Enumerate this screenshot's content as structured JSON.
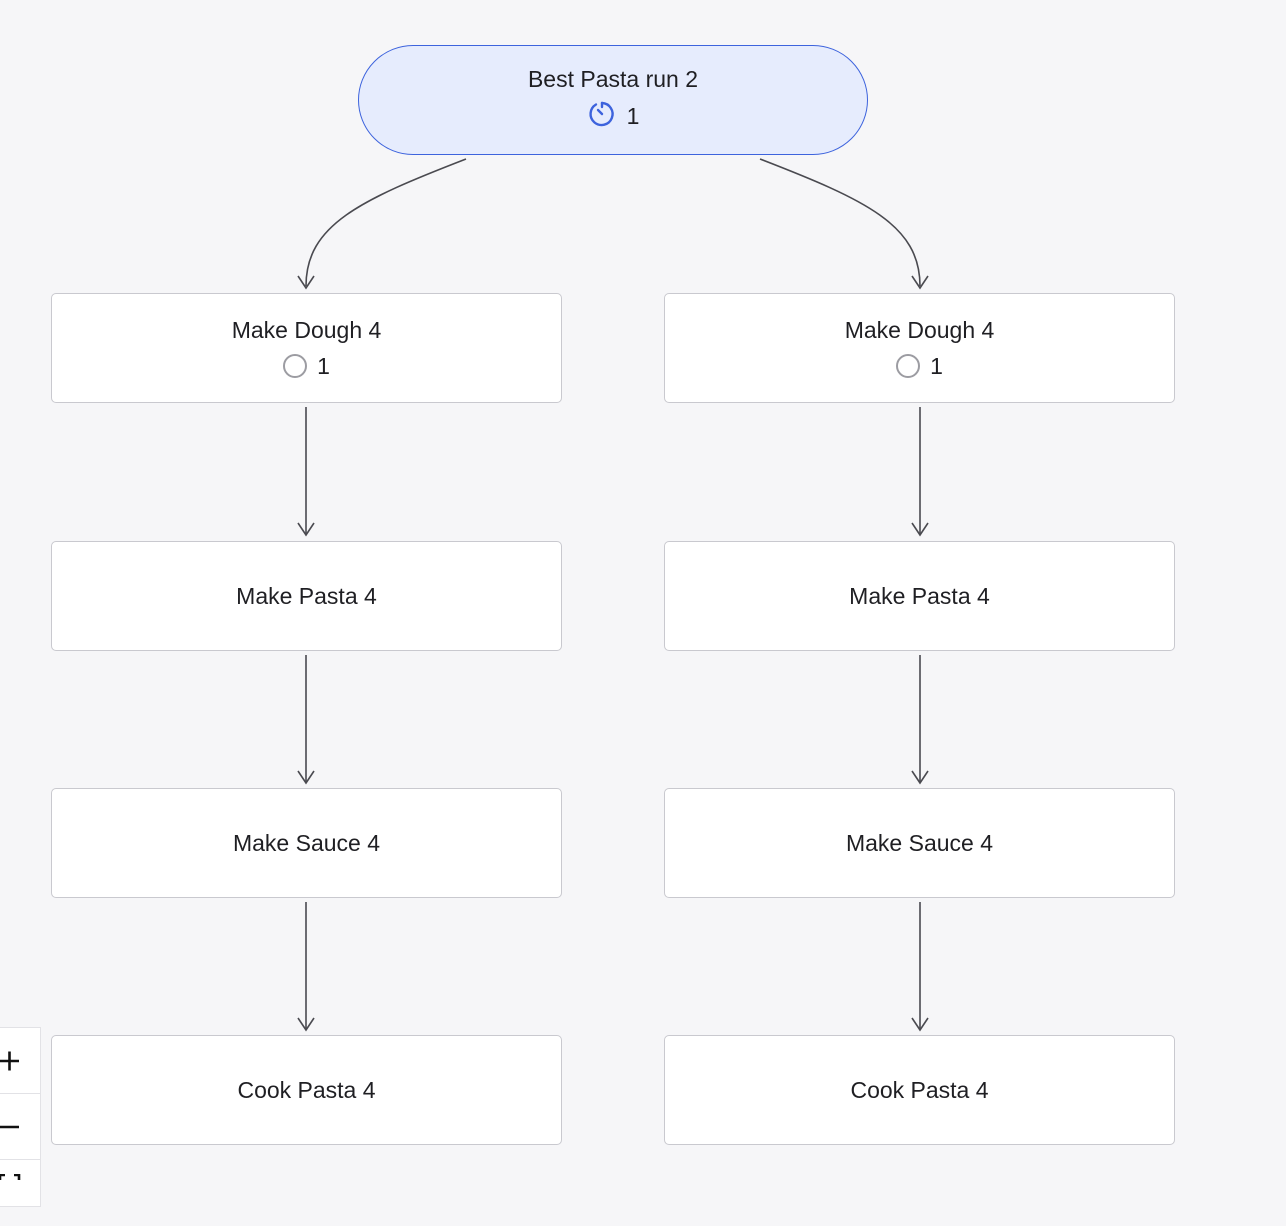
{
  "root": {
    "title": "Best Pasta run 2",
    "count": "1",
    "status_icon": "timer-icon",
    "accent": "#3d63dd",
    "background": "#e6ecfd"
  },
  "branches": [
    {
      "steps": [
        {
          "label": "Make Dough 4",
          "count": "1",
          "status_icon": "pending-circle-icon"
        },
        {
          "label": "Make Pasta 4"
        },
        {
          "label": "Make Sauce 4"
        },
        {
          "label": "Cook Pasta 4"
        }
      ]
    },
    {
      "steps": [
        {
          "label": "Make Dough 4",
          "count": "1",
          "status_icon": "pending-circle-icon"
        },
        {
          "label": "Make Pasta 4"
        },
        {
          "label": "Make Sauce 4"
        },
        {
          "label": "Cook Pasta 4"
        }
      ]
    }
  ],
  "zoom_controls": {
    "zoom_in_icon": "plus-icon",
    "zoom_out_icon": "minus-icon",
    "fit_view_icon": "fit-view-icon"
  }
}
